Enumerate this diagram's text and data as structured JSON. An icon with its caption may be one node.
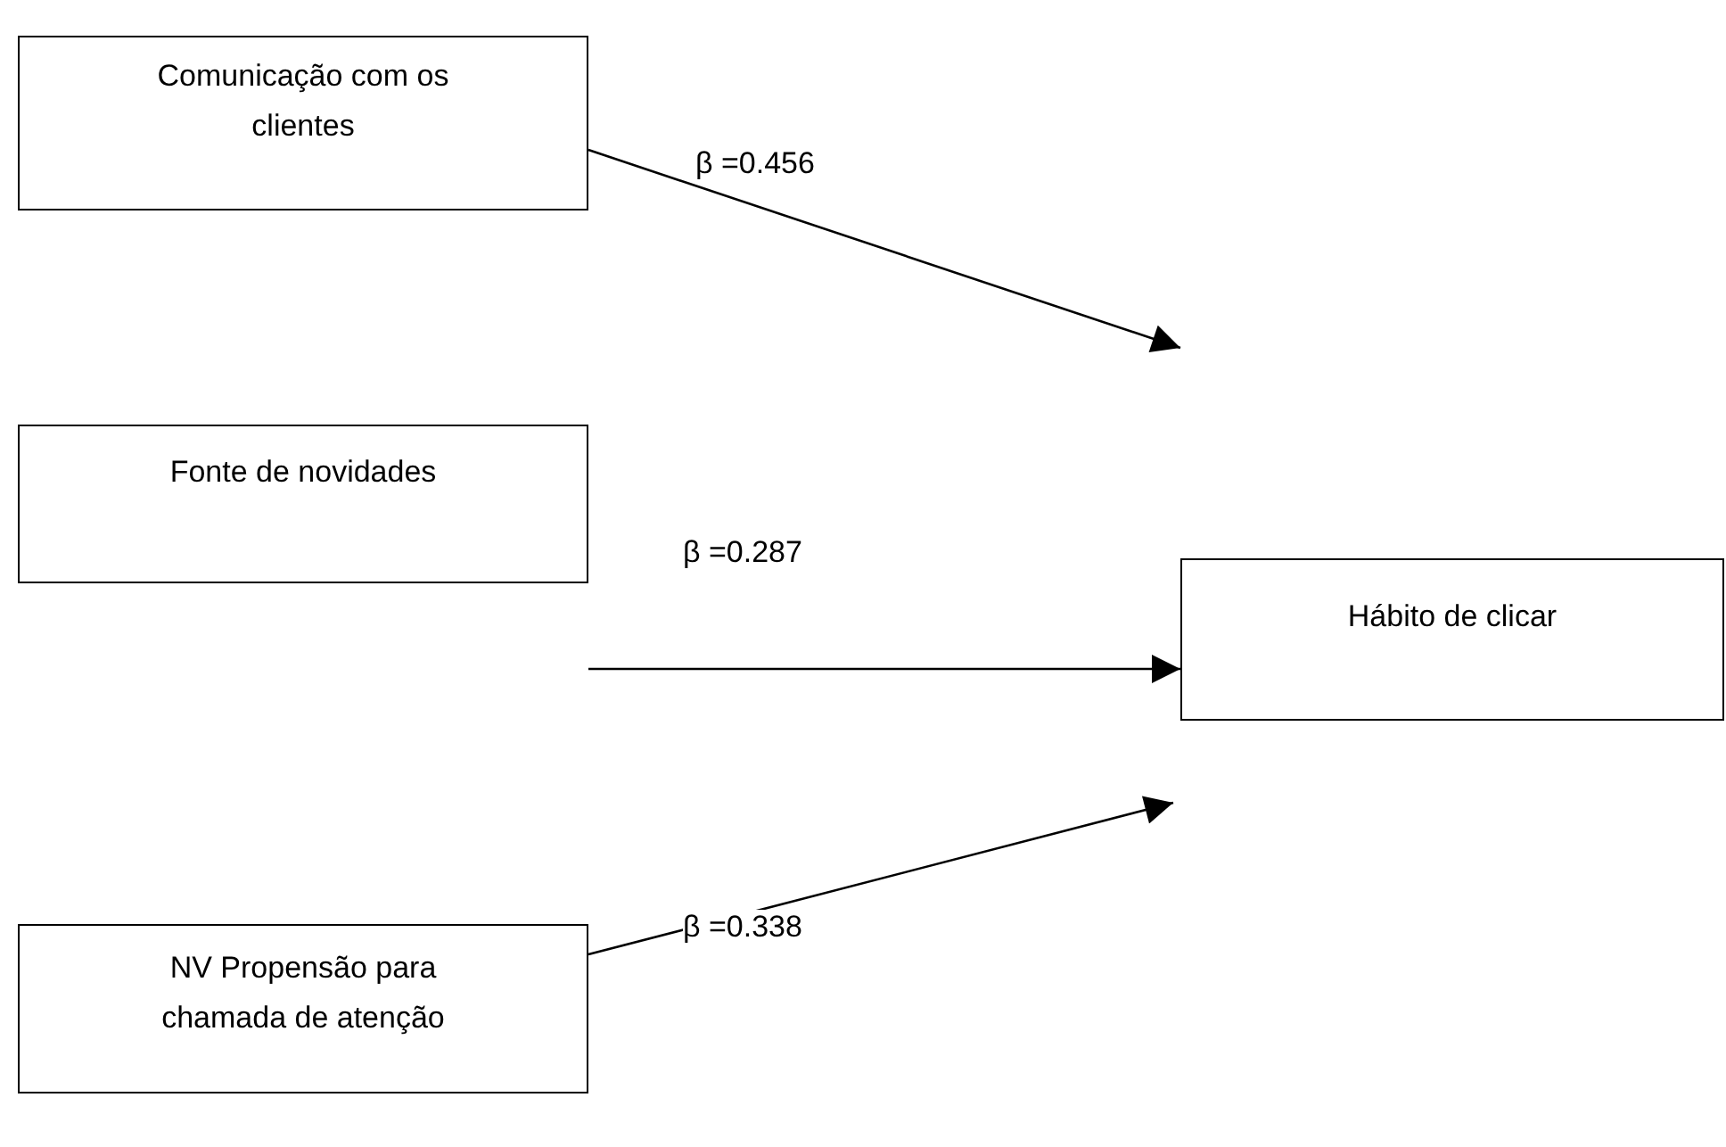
{
  "diagram": {
    "nodes": [
      {
        "text": [
          "Comunicação com os clientes"
        ]
      },
      {
        "text": [
          "Fonte de novidades"
        ]
      },
      {
        "text": [
          "NV Propensão para chamada de atenção"
        ]
      },
      {
        "text": [
          "Hábito de clicar"
        ]
      }
    ],
    "edges": [
      {
        "from": 0,
        "to": null,
        "arrow": "to",
        "label": "β =0.456"
      },
      {
        "from": 1,
        "to": 3,
        "arrow": "to",
        "label": "β =0.287"
      },
      {
        "from": 2,
        "to": null,
        "arrow": "to",
        "label": "β =0.338"
      }
    ]
  }
}
